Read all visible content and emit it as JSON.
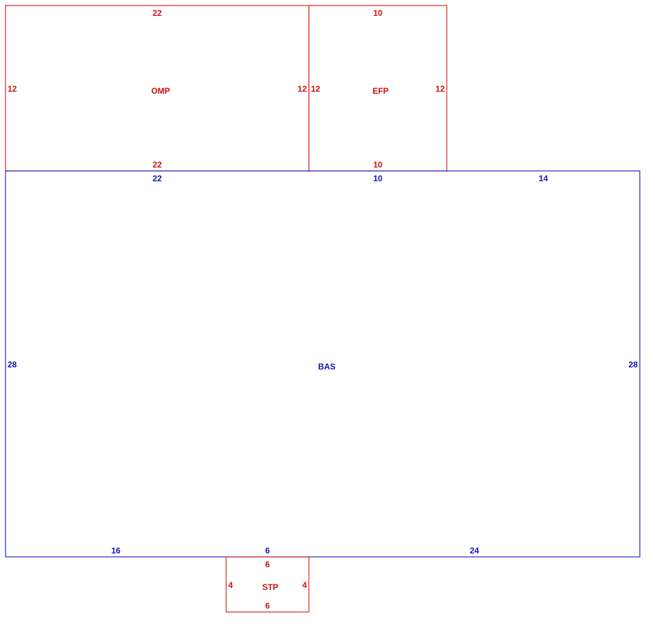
{
  "colors": {
    "red": "#dd2222",
    "blue": "#2222cc"
  },
  "omp": {
    "name": "OMP",
    "top": "22",
    "bottom": "22",
    "left": "12",
    "right": "12"
  },
  "efp": {
    "name": "EFP",
    "top": "10",
    "bottom": "10",
    "left": "12",
    "right": "12"
  },
  "bas": {
    "name": "BAS",
    "top_1": "22",
    "top_2": "10",
    "top_3": "14",
    "left": "28",
    "right": "28",
    "bottom_1": "16",
    "bottom_2": "6",
    "bottom_3": "24"
  },
  "stp": {
    "name": "STP",
    "top": "6",
    "bottom": "6",
    "left": "4",
    "right": "4"
  }
}
